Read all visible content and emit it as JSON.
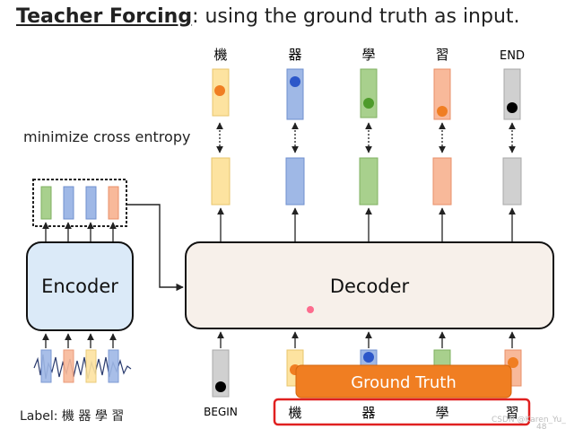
{
  "title": {
    "bold": "Teacher Forcing",
    "rest": ": using the ground truth as input."
  },
  "outputs": [
    "機",
    "器",
    "學",
    "習",
    "END"
  ],
  "loss_label": "minimize cross entropy",
  "encoder_label": "Encoder",
  "decoder_label": "Decoder",
  "decoder_inputs": [
    "BEGIN",
    "機",
    "器",
    "學",
    "習"
  ],
  "ground_truth_label": "Ground Truth",
  "label_text": "Label: 機 器 學 習",
  "watermark": "CSDN @Karen_Yu_",
  "page_number": "48",
  "colors": {
    "yellow": "#fde3a0",
    "blue": "#9fb8e6",
    "green": "#a8d08d",
    "orange": "#f8b99a",
    "gray": "#cfcfcf",
    "encoder_fill": "#dbeaf8",
    "decoder_fill": "#f7f0ea",
    "ground_truth": "#f07e22",
    "highlight_box": "#e02020"
  }
}
